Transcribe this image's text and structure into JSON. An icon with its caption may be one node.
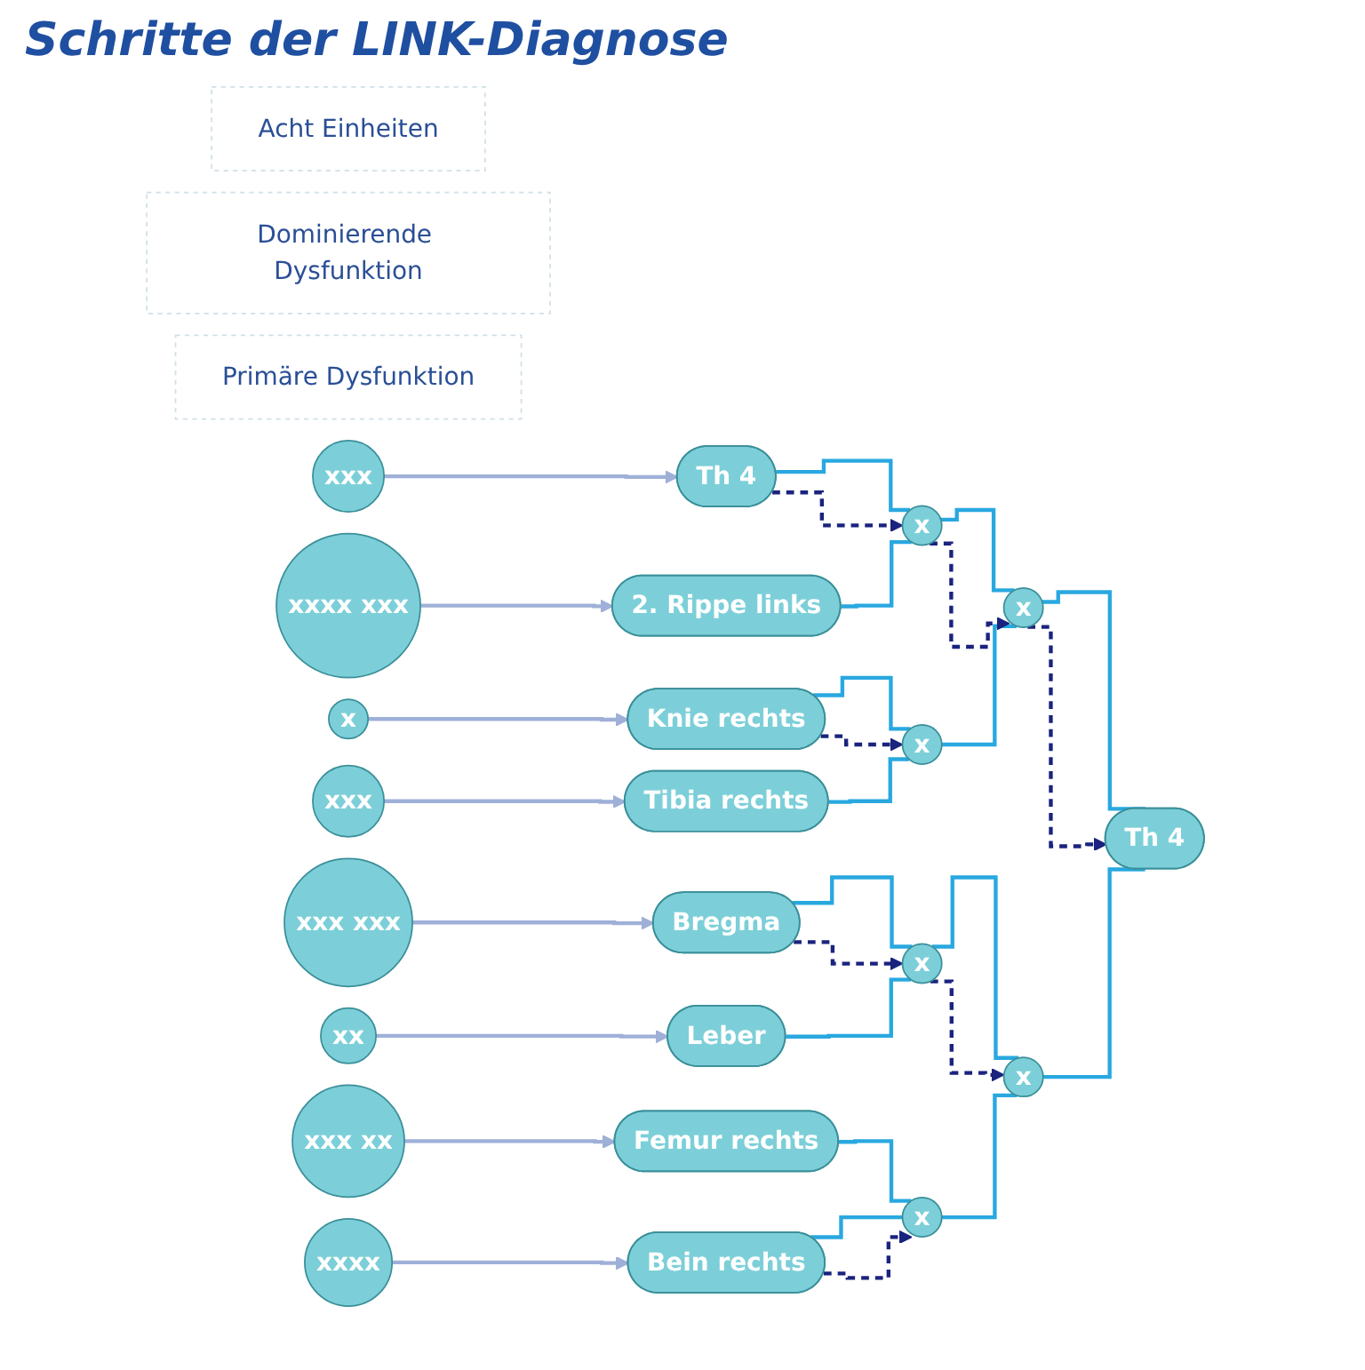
{
  "diagram": {
    "title": "Schritte der LINK-Diagnose",
    "nodes": [
      {
        "text": [
          "Acht Einheiten"
        ]
      },
      {
        "text": [
          "Dominierende Dysfunktion"
        ]
      },
      {
        "text": [
          "Primäre Dysfunktion"
        ]
      },
      {
        "text": [
          "xxx"
        ]
      },
      {
        "text": [
          "xxxx xxx"
        ]
      },
      {
        "text": [
          "x"
        ]
      },
      {
        "text": [
          "xxx"
        ]
      },
      {
        "text": [
          "xxx xxx"
        ]
      },
      {
        "text": [
          "xx"
        ]
      },
      {
        "text": [
          "xxx xx"
        ]
      },
      {
        "text": [
          "xxxx"
        ]
      },
      {
        "text": [
          "Th 4"
        ]
      },
      {
        "text": [
          "2. Rippe links"
        ]
      },
      {
        "text": [
          "Knie rechts"
        ]
      },
      {
        "text": [
          "Tibia rechts"
        ]
      },
      {
        "text": [
          "Bregma"
        ]
      },
      {
        "text": [
          "Leber"
        ]
      },
      {
        "text": [
          "Femur rechts"
        ]
      },
      {
        "text": [
          "Bein rechts"
        ]
      },
      {
        "text": [
          "x"
        ]
      },
      {
        "text": [
          "x"
        ]
      },
      {
        "text": [
          "x"
        ]
      },
      {
        "text": [
          "x"
        ]
      },
      {
        "text": [
          "x"
        ]
      },
      {
        "text": [
          "x"
        ]
      },
      {
        "text": [
          "Th 4"
        ]
      }
    ],
    "edges": [
      {
        "from": 3,
        "to": 11,
        "arrow": "to",
        "color": "#9fb0d8"
      },
      {
        "from": 4,
        "to": 12,
        "arrow": "to",
        "color": "#9fb0d8"
      },
      {
        "from": 5,
        "to": 13,
        "arrow": "to",
        "color": "#9fb0d8"
      },
      {
        "from": 6,
        "to": 14,
        "arrow": "to",
        "color": "#9fb0d8"
      },
      {
        "from": 7,
        "to": 15,
        "arrow": "to",
        "color": "#9fb0d8"
      },
      {
        "from": 8,
        "to": 16,
        "arrow": "to",
        "color": "#9fb0d8"
      },
      {
        "from": 9,
        "to": 17,
        "arrow": "to",
        "color": "#9fb0d8"
      },
      {
        "from": 10,
        "to": 18,
        "arrow": "to",
        "color": "#9fb0d8"
      },
      {
        "from": 11,
        "to": 19,
        "arrow": "none"
      },
      {
        "from": 12,
        "to": 19,
        "arrow": "none"
      },
      {
        "from": 11,
        "to": 19,
        "arrow": "to",
        "style": "dashed",
        "color": "#1a237e"
      },
      {
        "from": 13,
        "to": 20,
        "arrow": "none"
      },
      {
        "from": 14,
        "to": 20,
        "arrow": "none"
      },
      {
        "from": 13,
        "to": 20,
        "arrow": "to",
        "style": "dashed",
        "color": "#1a237e"
      },
      {
        "from": 15,
        "to": 21,
        "arrow": "none"
      },
      {
        "from": 16,
        "to": 21,
        "arrow": "none"
      },
      {
        "from": 15,
        "to": 21,
        "arrow": "to",
        "style": "dashed",
        "color": "#1a237e"
      },
      {
        "from": 17,
        "to": 22,
        "arrow": "none"
      },
      {
        "from": 18,
        "to": 22,
        "arrow": "none"
      },
      {
        "from": 18,
        "to": 22,
        "arrow": "to",
        "style": "dashed",
        "color": "#1a237e"
      },
      {
        "from": 19,
        "to": 23,
        "arrow": "none"
      },
      {
        "from": 20,
        "to": 23,
        "arrow": "none"
      },
      {
        "from": 19,
        "to": 23,
        "arrow": "to",
        "style": "dashed",
        "color": "#1a237e"
      },
      {
        "from": 21,
        "to": 24,
        "arrow": "none"
      },
      {
        "from": 22,
        "to": 24,
        "arrow": "none"
      },
      {
        "from": 21,
        "to": 24,
        "arrow": "to",
        "style": "dashed",
        "color": "#1a237e"
      },
      {
        "from": 23,
        "to": 25,
        "arrow": "none"
      },
      {
        "from": 24,
        "to": 25,
        "arrow": "none"
      },
      {
        "from": 23,
        "to": 25,
        "arrow": "to",
        "style": "dashed",
        "color": "#1a237e"
      }
    ]
  }
}
